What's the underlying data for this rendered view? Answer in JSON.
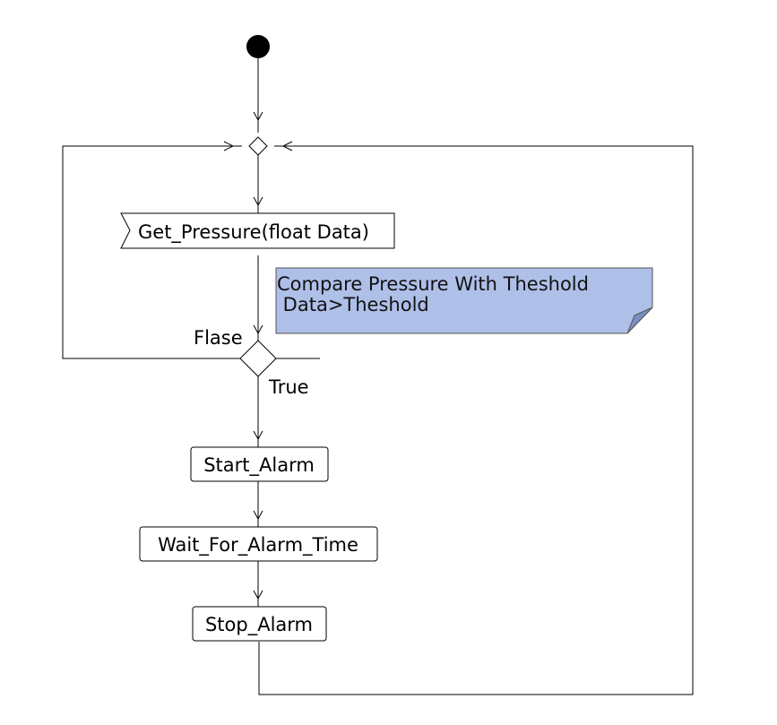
{
  "diagram": {
    "type": "activity",
    "actions": {
      "get_pressure": "Get_Pressure(float Data)",
      "start_alarm": "Start_Alarm",
      "wait_alarm": "Wait_For_Alarm_Time",
      "stop_alarm": "Stop_Alarm"
    },
    "note": {
      "line1": "Compare Pressure With Theshold",
      "line2": " Data>Theshold"
    },
    "guards": {
      "false": "Flase",
      "true": "True"
    },
    "colors": {
      "note_fill": "#aebfe8",
      "note_fold": "#7c8fc4",
      "stroke": "#000000"
    }
  }
}
